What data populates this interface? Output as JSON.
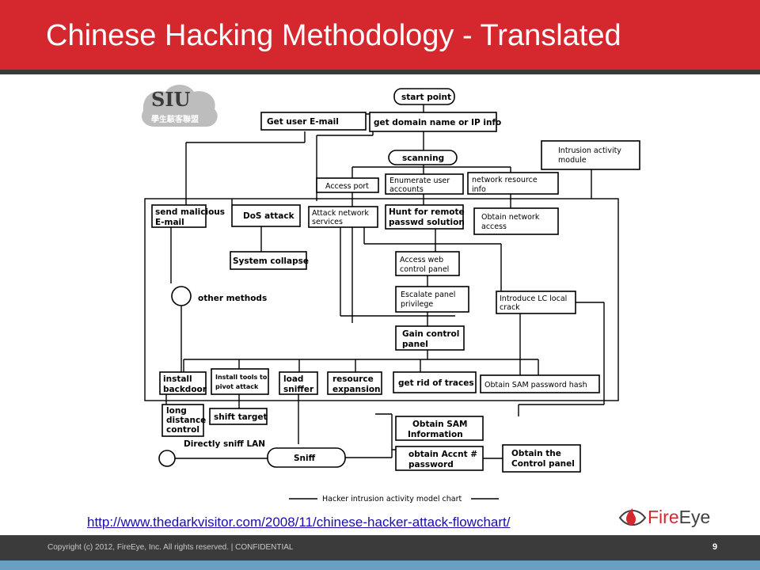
{
  "slide": {
    "title": "Chinese Hacking Methodology - Translated",
    "url": "http://www.thedarkvisitor.com/2008/11/chinese-hacker-attack-flowchart/",
    "logo": {
      "part1": "Fire",
      "part2": "Eye"
    },
    "copyright": "Copyright (c) 2012, FireEye, Inc. All rights reserved. | CONFIDENTIAL",
    "page_number": "9"
  },
  "diagram": {
    "nodes": {
      "start": "start point",
      "get_email": "Get user E-mail",
      "get_domain": "get domain name or IP info",
      "scanning": "scanning",
      "intrusion_module": [
        "Intrusion activity",
        "module"
      ],
      "access_port": "Access port",
      "enum_users": [
        "Enumerate user",
        "accounts"
      ],
      "net_resource": [
        "network resource",
        "info"
      ],
      "send_email": [
        "send malicious",
        "E-mail"
      ],
      "dos": "DoS attack",
      "attack_net": [
        "Attack network",
        "services"
      ],
      "hunt": [
        "Hunt for remote",
        "passwd solution"
      ],
      "obtain_net": [
        "Obtain network",
        "access"
      ],
      "collapse": "System collapse",
      "access_web": [
        "Access web",
        "control panel"
      ],
      "other_methods": "other methods",
      "escalate": [
        "Escalate panel",
        "privilege"
      ],
      "introduce_lc": [
        "Introduce LC local",
        "crack"
      ],
      "gain_control": [
        "Gain control",
        "panel"
      ],
      "install_backdoor": [
        "install",
        "backdoor"
      ],
      "install_tools": [
        "Install tools to",
        "pivot attack"
      ],
      "load_sniffer": [
        "load",
        "sniffer"
      ],
      "resource_exp": [
        "resource",
        "expansion"
      ],
      "get_rid": "get rid of traces",
      "sam_hash": "Obtain SAM password hash",
      "long_distance": [
        "long",
        "distance",
        "control"
      ],
      "shift_target": "shift target",
      "obtain_sam": [
        "Obtain SAM",
        "Information"
      ],
      "sniff_lan": "Directly sniff LAN",
      "sniff": "Sniff",
      "obtain_acct": [
        "obtain Accnt #",
        "password"
      ],
      "obtain_ctrl": [
        "Obtain the",
        "Control panel"
      ]
    },
    "caption": "Hacker intrusion activity model chart",
    "watermark": [
      "SIU",
      "學生駭客聯盟"
    ]
  }
}
